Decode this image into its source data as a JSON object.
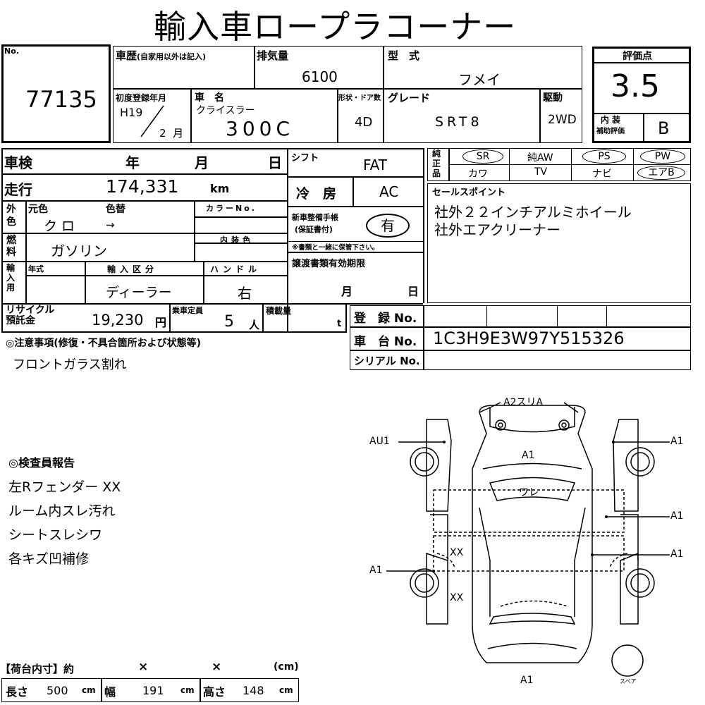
{
  "title": "輸入車ロープラコーナー",
  "lot": {
    "label": "No.",
    "value": "77135"
  },
  "history": {
    "label": "車歴",
    "note": "(自家用以外は記入)"
  },
  "displacement": {
    "label": "排気量",
    "value": "6100"
  },
  "model_type": {
    "label": "型　式",
    "value": "フメイ"
  },
  "first_reg": {
    "label": "初度登録年月",
    "year": "H19",
    "month": "2",
    "month_unit": "月"
  },
  "car_name": {
    "label": "車　名",
    "maker": "クライスラー",
    "value": "300C"
  },
  "body_doors": {
    "label": "形状・ドア数",
    "value": "4D"
  },
  "grade": {
    "label": "グレード",
    "value": "SRT8"
  },
  "drive": {
    "label": "駆動",
    "value": "2WD"
  },
  "rating": {
    "label": "評価点",
    "value": "3.5",
    "interior_label1": "内 装",
    "interior_label2": "補助評価",
    "interior_value": "B"
  },
  "inspection": {
    "label": "車検",
    "year": "年",
    "month": "月",
    "day": "日"
  },
  "shift": {
    "label": "シフト",
    "value": "FAT"
  },
  "equipment": {
    "label": "純正品",
    "row1": [
      "SR",
      "純AW",
      "PS",
      "PW"
    ],
    "row2": [
      "カワ",
      "TV",
      "ナビ",
      "エアB"
    ]
  },
  "mileage": {
    "label": "走行",
    "value": "174,331",
    "unit": "km"
  },
  "ac": {
    "label": "冷　房",
    "value": "AC"
  },
  "sales_point": {
    "label": "セールスポイント",
    "line1": "社外２２インチアルミホイール",
    "line2": "社外エアクリーナー"
  },
  "exterior": {
    "label": "外色",
    "orig_label": "元色",
    "orig_value": "クロ",
    "change_label": "色替",
    "change_value": "→",
    "color_no": "カラーNo."
  },
  "service_book": {
    "label1": "新車整備手帳",
    "label2": "(保証書付)",
    "value": "有",
    "note": "※書類と一緒に保管下さい。"
  },
  "fuel": {
    "label": "燃料",
    "value": "ガソリン",
    "interior_color": "内装色"
  },
  "import": {
    "label": "輸入用",
    "year_label": "年式",
    "class_label": "輸入区分",
    "class_value": "ディーラー",
    "handle_label": "ハンドル",
    "handle_value": "右"
  },
  "transfer": {
    "label": "譲渡書類有効期限",
    "month": "月",
    "day": "日"
  },
  "recycle": {
    "label1": "リサイクル",
    "label2": "預託金",
    "value": "19,230",
    "unit": "円"
  },
  "capacity": {
    "label": "乗車定員",
    "value": "5",
    "unit": "人"
  },
  "load": {
    "label": "積載量",
    "unit": "t"
  },
  "registration": {
    "label": "登　録 No."
  },
  "chassis": {
    "label": "車　台 No.",
    "value": "1C3H9E3W97Y515326"
  },
  "serial": {
    "label": "シリアル No."
  },
  "caution": {
    "label": "◎注意事項(修復・不具合箇所および状態等)",
    "value": "フロントガラス割れ"
  },
  "inspector": {
    "label": "◎検査員報告",
    "items": [
      "左Rフェンダー XX",
      "ルーム内スレ汚れ",
      "シートスレシワ",
      "各キズ凹補修"
    ]
  },
  "cargo": {
    "label": "【荷台内寸】約",
    "x1": "×",
    "x2": "×",
    "unit": "(cm)",
    "length_label": "長さ",
    "length": "500",
    "width_label": "幅",
    "width": "191",
    "height_label": "高さ",
    "height": "148",
    "cm": "cm"
  },
  "diagram": {
    "top": "A2スリA",
    "au1": "AU1",
    "a1_left": "A1",
    "a1_right_1": "A1",
    "a1_right_2": "A1",
    "a1_right_3": "A1",
    "hood": "A1",
    "windshield": "ワレ",
    "xx1": "XX",
    "xx2": "XX",
    "bottom": "A1",
    "spare": "スペア"
  }
}
